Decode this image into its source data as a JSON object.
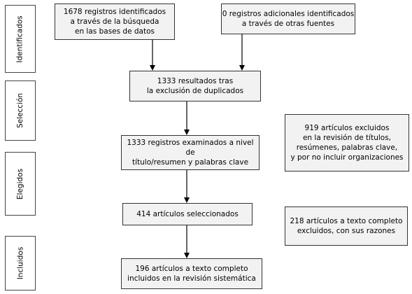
{
  "stages": {
    "identified": "Identificados",
    "selection": "Selección",
    "eligible": "Elegidos",
    "included": "Incluidos"
  },
  "boxes": {
    "db_records": "1678 registros identificados\na través de la búsqueda\nen las bases de datos",
    "other_records": "0 registros adicionales identificados\na través de otras fuentes",
    "after_duplicates": "1333 resultados tras\nla exclusión de duplicados",
    "screened": "1333 registros examinados a nivel de\ntítulo/resumen y palabras clave",
    "excluded_screening": "919 artículos excluidos\nen la revisión de títulos,\nresúmenes, palabras clave,\ny por no incluir organizaciones",
    "selected": "414 artículos seleccionados",
    "excluded_fulltext": "218 artículos a texto completo\nexcluidos, con sus razones",
    "included": "196 artículos a texto completo\nincluidos en la revisión sistemática"
  }
}
